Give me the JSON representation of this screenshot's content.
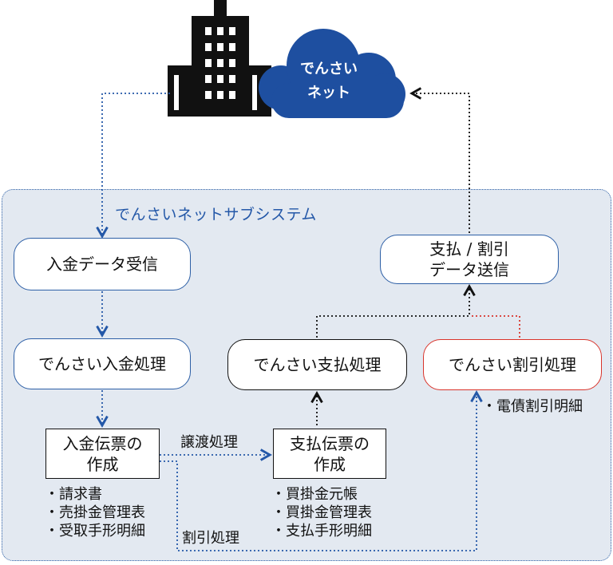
{
  "cloud": {
    "line1": "でんさい",
    "line2": "ネット"
  },
  "panel_title": "でんさいネットサブシステム",
  "nodes": {
    "receive": "入金データ受信",
    "nyukin": "でんさい入金処理",
    "nyukin_slip_1": "入金伝票の",
    "nyukin_slip_2": "作成",
    "shiharai": "でんさい支払処理",
    "waribiki": "でんさい割引処理",
    "shiharai_slip_1": "支払伝票の",
    "shiharai_slip_2": "作成",
    "send_1": "支払 / 割引",
    "send_2": "データ送信"
  },
  "labels": {
    "joto": "譲渡処理",
    "waribiki_proc": "割引処理"
  },
  "lists": {
    "left": [
      "・請求書",
      "・売掛金管理表",
      "・受取手形明細"
    ],
    "middle": [
      "・買掛金元帳",
      "・買掛金管理表",
      "・支払手形明細"
    ],
    "right": [
      "・電債割引明細"
    ]
  },
  "colors": {
    "accent_blue": "#2458a8",
    "cloud_blue": "#1e4fa0",
    "panel_bg": "#e3e9f1",
    "red": "#d9342b"
  }
}
